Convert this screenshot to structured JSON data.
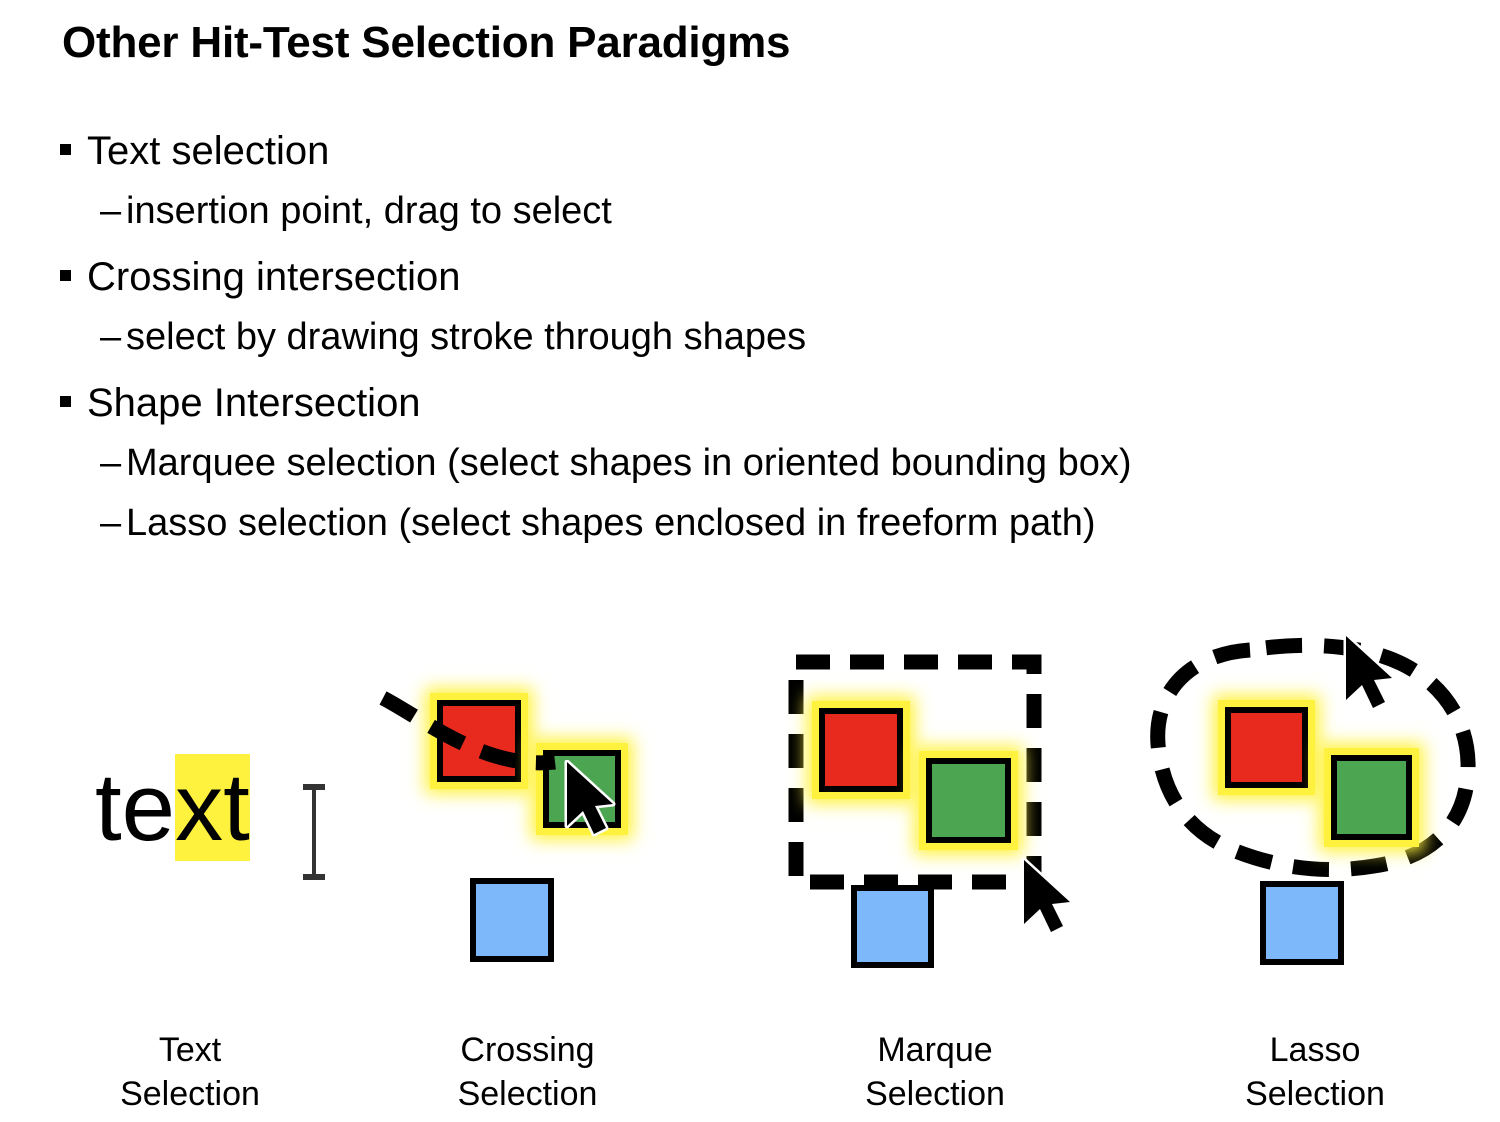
{
  "slide": {
    "title": "Other Hit-Test Selection Paradigms",
    "background_color": "#FFFFFF",
    "text_color": "#000000"
  },
  "bullets": [
    {
      "level": 1,
      "marker": "square-bullet",
      "text": "Text selection"
    },
    {
      "level": 2,
      "marker": "dash-bullet",
      "dash": "–",
      "text": "insertion point, drag to select"
    },
    {
      "level": 1,
      "marker": "square-bullet",
      "text": "Crossing intersection"
    },
    {
      "level": 2,
      "marker": "dash-bullet",
      "dash": "–",
      "text": "select by drawing stroke through shapes"
    },
    {
      "level": 1,
      "marker": "square-bullet",
      "text": "Shape Intersection"
    },
    {
      "level": 2,
      "marker": "dash-bullet",
      "dash": "–",
      "text": "Marquee selection (select shapes in oriented bounding box)"
    },
    {
      "level": 2,
      "marker": "dash-bullet",
      "dash": "–",
      "text": "Lasso selection (select shapes enclosed in freeform path)"
    }
  ],
  "figures": {
    "palette": {
      "red": "#E8291E",
      "green": "#4CA550",
      "blue": "#7CB8FA",
      "highlight_yellow": "#FFF23F",
      "outline_black": "#000000"
    },
    "panels": [
      {
        "id": "text-selection",
        "caption": "Text\nSelection",
        "sample_text_plain": "te",
        "sample_text_highlighted": "xt",
        "cursor": "i-beam-cursor",
        "selected_shapes": []
      },
      {
        "id": "crossing-selection",
        "caption": "Crossing\nSelection",
        "cursor": "arrow-cursor",
        "stroke": "dashed-freehand-stroke",
        "shapes": [
          {
            "name": "red-square",
            "color": "#E8291E",
            "selected": true
          },
          {
            "name": "green-square",
            "color": "#4CA550",
            "selected": true
          },
          {
            "name": "blue-square",
            "color": "#7CB8FA",
            "selected": false
          }
        ]
      },
      {
        "id": "marque-selection",
        "caption": "Marque\nSelection",
        "cursor": "arrow-cursor",
        "stroke": "dashed-rectangle-marquee",
        "shapes": [
          {
            "name": "red-square",
            "color": "#E8291E",
            "selected": true
          },
          {
            "name": "green-square",
            "color": "#4CA550",
            "selected": true
          },
          {
            "name": "blue-square",
            "color": "#7CB8FA",
            "selected": false
          }
        ]
      },
      {
        "id": "lasso-selection",
        "caption": "Lasso\nSelection",
        "cursor": "arrow-cursor",
        "stroke": "dashed-freeform-lasso-loop",
        "shapes": [
          {
            "name": "red-square",
            "color": "#E8291E",
            "selected": true
          },
          {
            "name": "green-square",
            "color": "#4CA550",
            "selected": true
          },
          {
            "name": "blue-square",
            "color": "#7CB8FA",
            "selected": false
          }
        ]
      }
    ]
  }
}
